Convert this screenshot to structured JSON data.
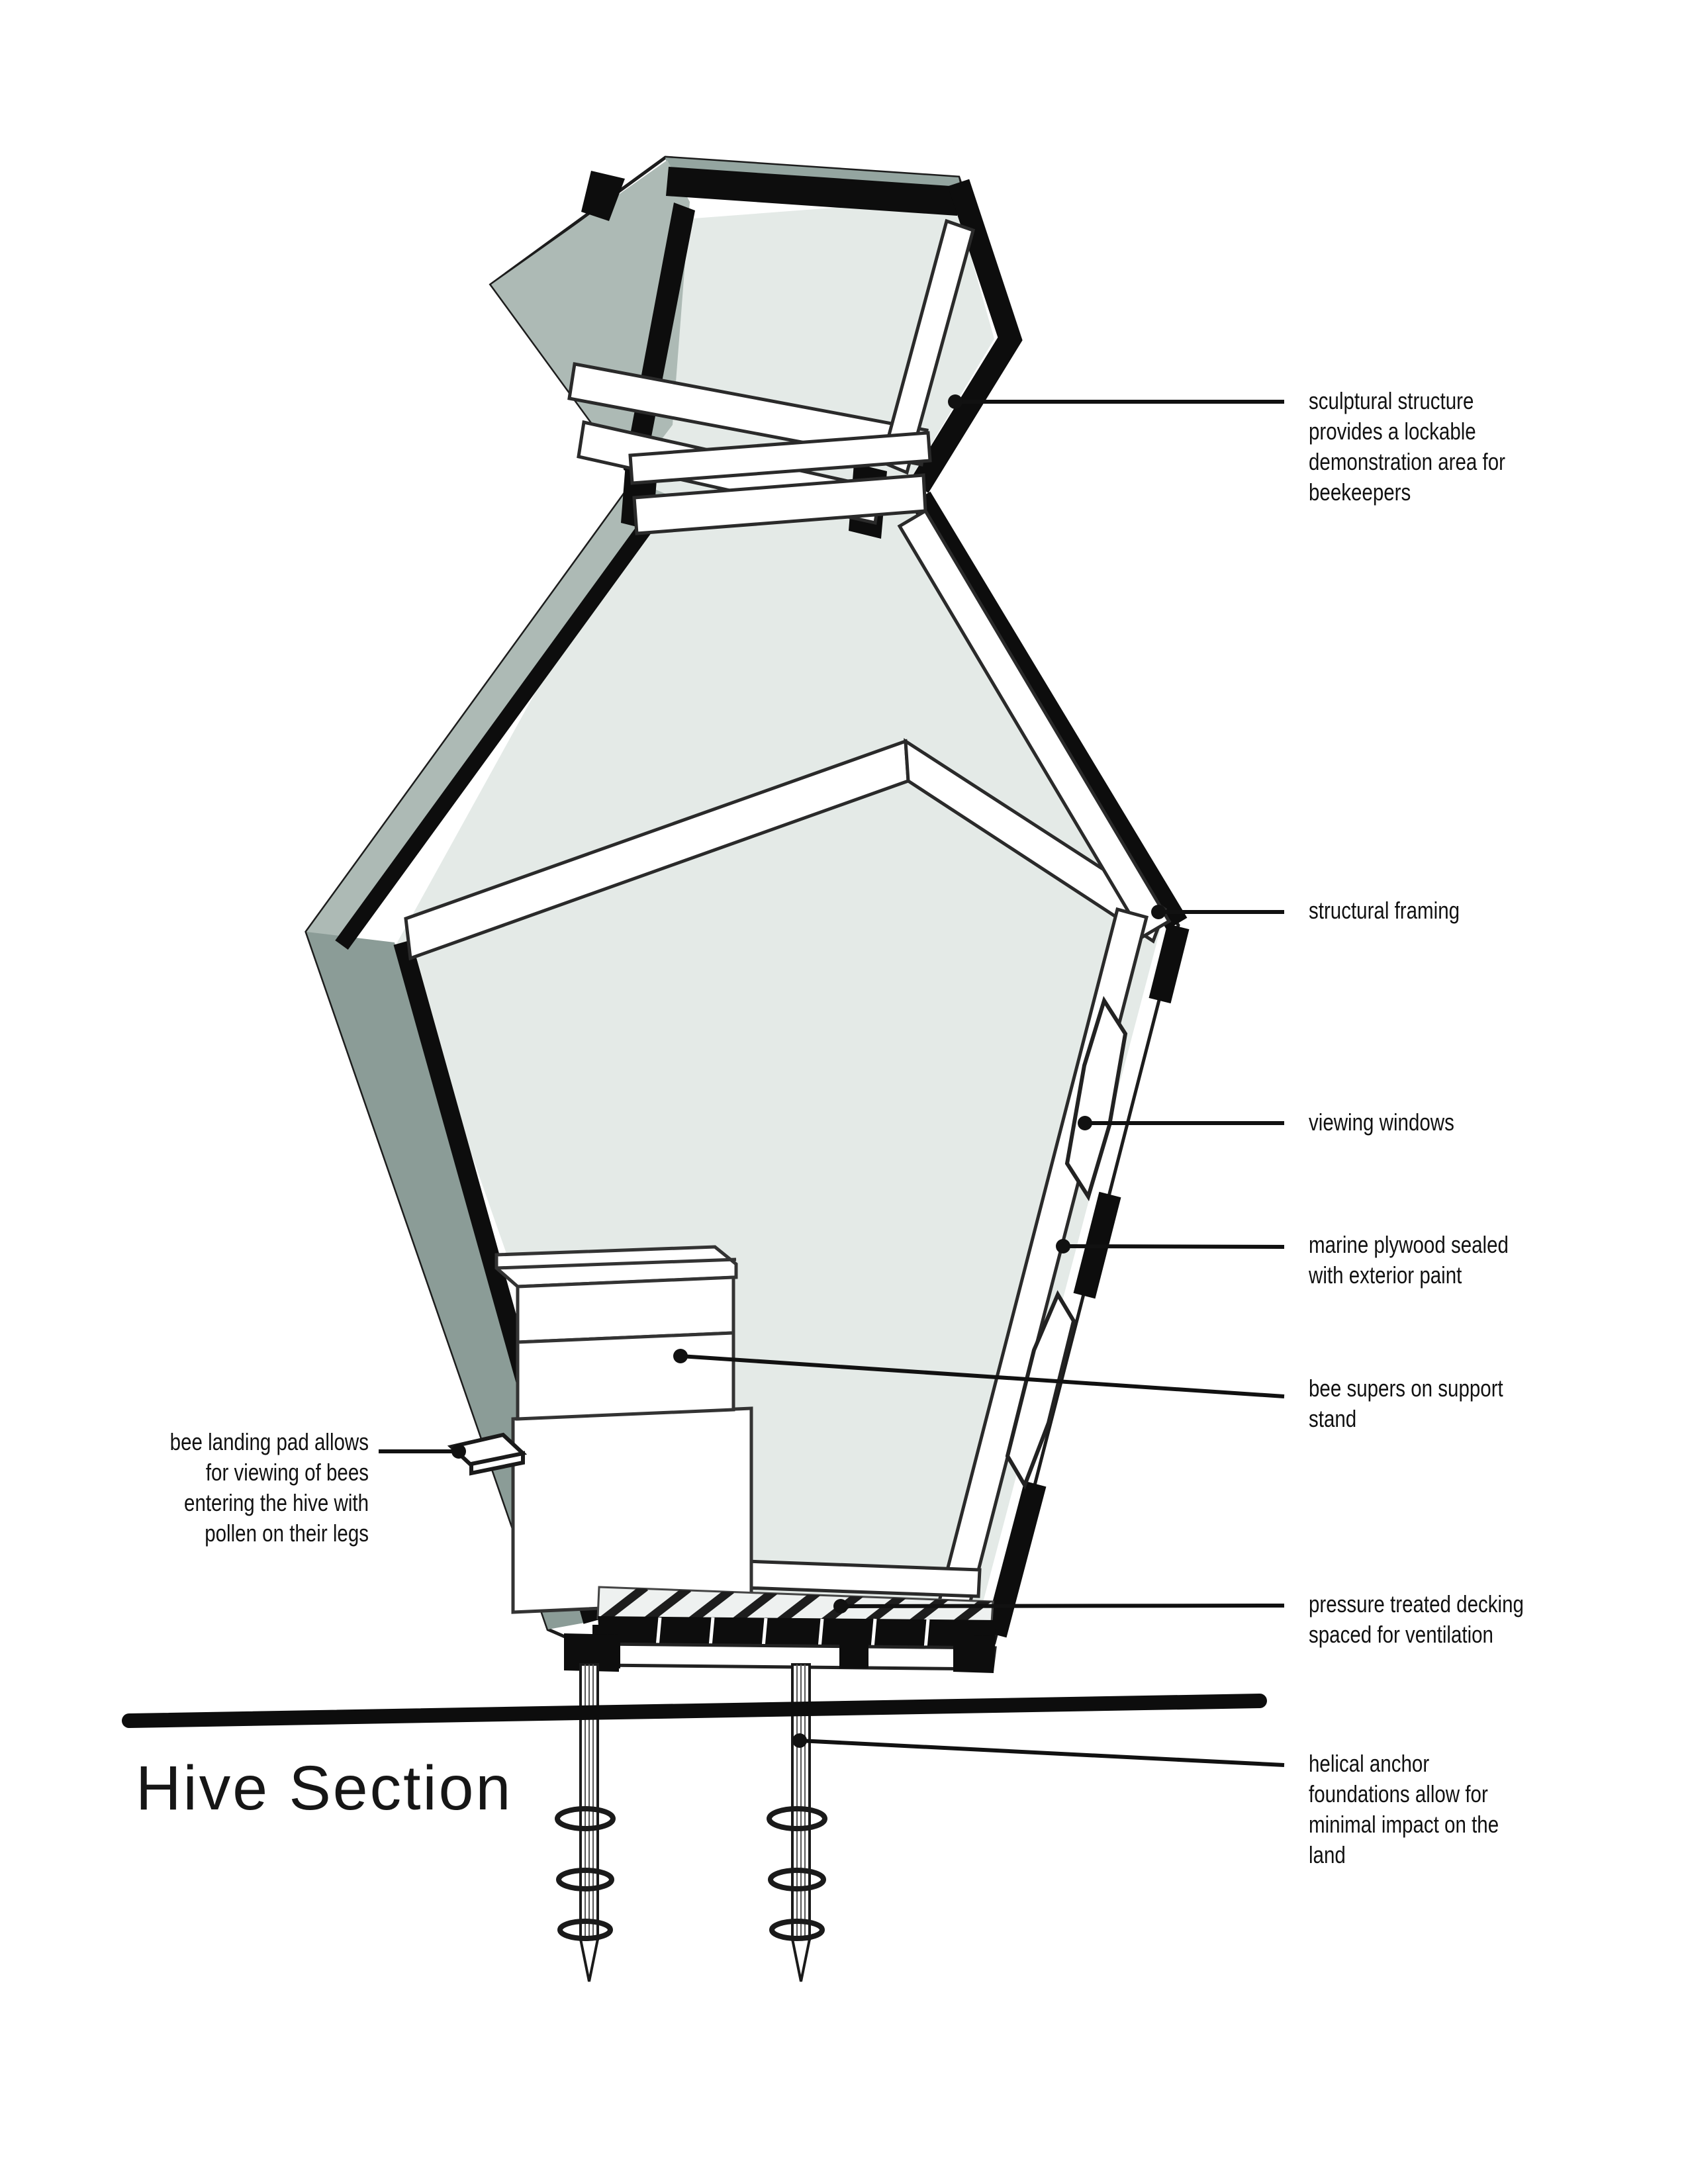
{
  "title": "Hive Section",
  "diagram": {
    "colors": {
      "ink": "#0d0d0d",
      "line": "#2a2a2a",
      "interior": "#e4eae7",
      "roof_top_gray": "#94a5a0",
      "roof_left_gray": "#adbab5",
      "wall_gray": "#8b9c97",
      "slat_bg": "#eef1f0",
      "white": "#ffffff"
    },
    "callouts": [
      {
        "id": "sculptural-structure",
        "side": "right",
        "lines": [
          "sculptural structure",
          "provides a lockable",
          "demonstration area for",
          "beekeepers"
        ]
      },
      {
        "id": "structural-framing",
        "side": "right",
        "lines": [
          "structural framing"
        ]
      },
      {
        "id": "viewing-windows",
        "side": "right",
        "lines": [
          "viewing windows"
        ]
      },
      {
        "id": "marine-plywood",
        "side": "right",
        "lines": [
          "marine plywood sealed",
          "with exterior paint"
        ]
      },
      {
        "id": "bee-supers",
        "side": "right",
        "lines": [
          "bee supers on support",
          "stand"
        ]
      },
      {
        "id": "pressure-treated-decking",
        "side": "right",
        "lines": [
          "pressure treated decking",
          "spaced for ventilation"
        ]
      },
      {
        "id": "helical-anchor",
        "side": "right",
        "lines": [
          "helical anchor",
          "foundations allow for",
          "minimal impact on the",
          "land"
        ]
      },
      {
        "id": "bee-landing-pad",
        "side": "left",
        "lines": [
          "bee landing pad allows",
          "for viewing of bees",
          "entering the hive with",
          "pollen on their legs"
        ]
      }
    ]
  }
}
